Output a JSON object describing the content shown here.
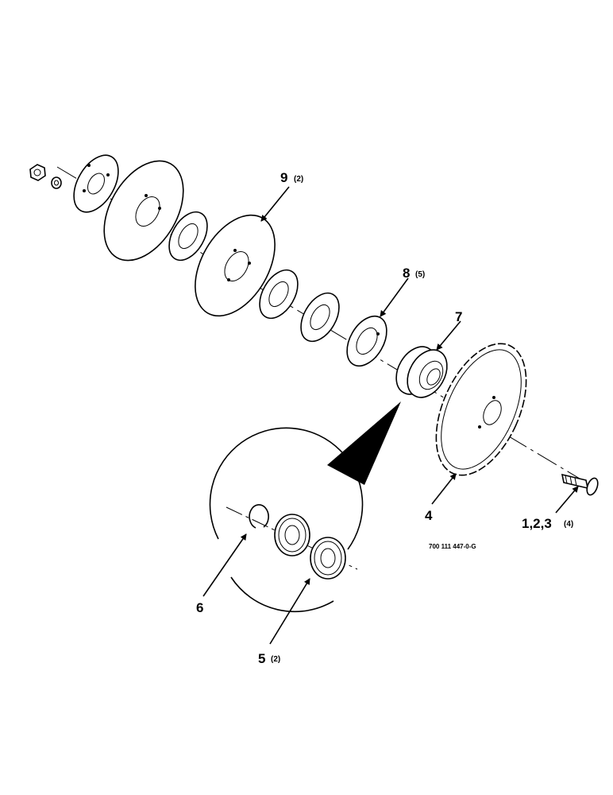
{
  "callouts": {
    "p9": {
      "num": "9",
      "qty": "(2)"
    },
    "p8": {
      "num": "8",
      "qty": "(5)"
    },
    "p7": {
      "num": "7"
    },
    "p4": {
      "num": "4"
    },
    "p123": {
      "num": "1,2,3",
      "qty": "(4)"
    },
    "p6": {
      "num": "6"
    },
    "p5": {
      "num": "5",
      "qty": "(2)"
    }
  },
  "drawing_number": "700 111 447-0-G"
}
